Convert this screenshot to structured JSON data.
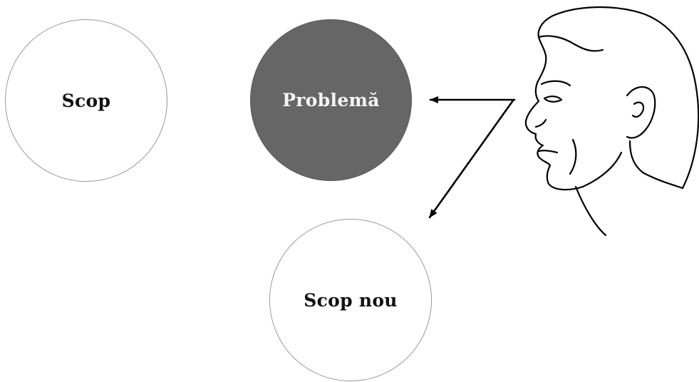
{
  "nodes": {
    "goal": {
      "label": "Scop"
    },
    "problem": {
      "label": "Problemă"
    },
    "new_goal": {
      "label": "Scop nou"
    }
  },
  "colors": {
    "problem_fill": "#666666",
    "outline": "#9a9a9a",
    "ink": "#000000"
  },
  "icons": {
    "observer": "human-head-profile-icon"
  }
}
